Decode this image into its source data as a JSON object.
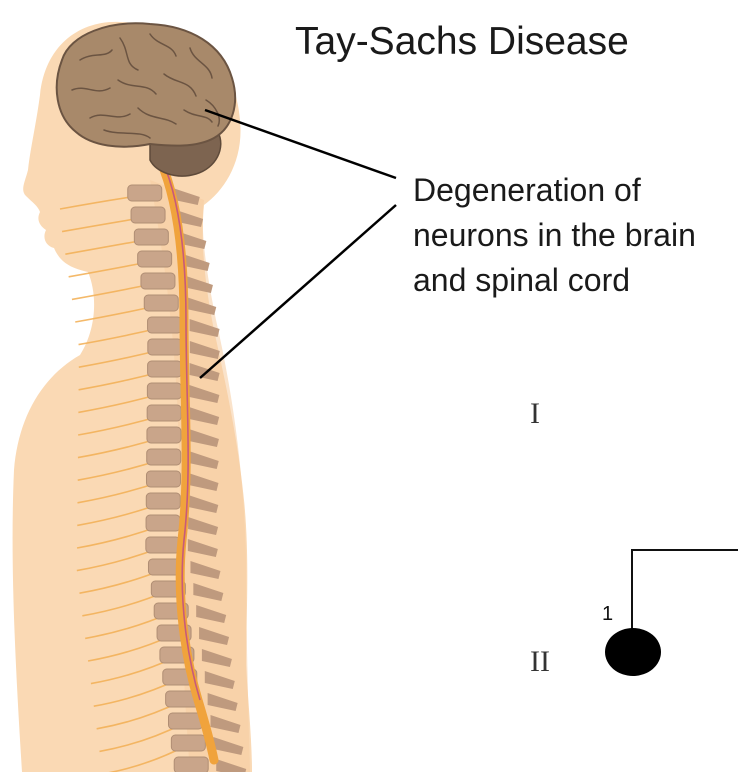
{
  "title": "Tay-Sachs Disease",
  "callout": {
    "lines": [
      "Degeneration of",
      "neurons in the brain",
      "and spinal cord"
    ]
  },
  "pedigree": {
    "generations": [
      "I",
      "II"
    ],
    "individuals": [
      {
        "generation": "II",
        "number": "1",
        "affected": true
      }
    ]
  },
  "colors": {
    "skin": "#fad9b4",
    "brain": "#a8896a",
    "spinal_cord": "#f0a33c",
    "vertebrae": "#c9a58a",
    "nerves": "#f3b25a",
    "affected_fill": "#000000"
  }
}
